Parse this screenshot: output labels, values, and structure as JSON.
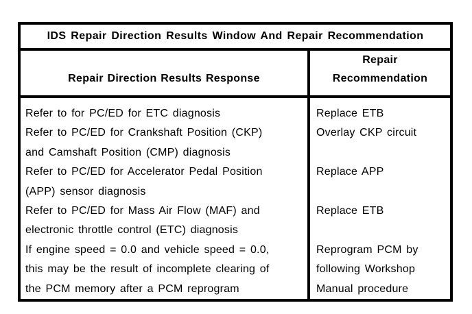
{
  "document": {
    "background_color": "#ffffff",
    "ink_color": "#000000"
  },
  "table": {
    "title": "IDS Repair Direction Results Window And Repair Recommendation",
    "header": {
      "response_column": "Repair Direction Results Response",
      "recommendation_column_lines": [
        "Repair",
        "Recommendation"
      ]
    },
    "body": {
      "response_lines": [
        "Refer to for PC/ED for ETC diagnosis",
        "Refer to PC/ED for Crankshaft Position (CKP)",
        "and Camshaft Position (CMP) diagnosis",
        "Refer to PC/ED for Accelerator Pedal Position",
        "(APP) sensor diagnosis",
        "Refer to PC/ED for Mass Air Flow (MAF) and",
        "electronic throttle control (ETC) diagnosis",
        "If engine speed = 0.0 and vehicle speed = 0.0,",
        "this may be the result of incomplete clearing of",
        "the PCM memory after a PCM reprogram"
      ],
      "recommendation_lines": [
        "Replace ETB",
        "Overlay CKP circuit",
        "",
        "Replace APP",
        "",
        "Replace ETB",
        "",
        "Reprogram PCM by",
        "following Workshop",
        "Manual procedure"
      ]
    }
  }
}
